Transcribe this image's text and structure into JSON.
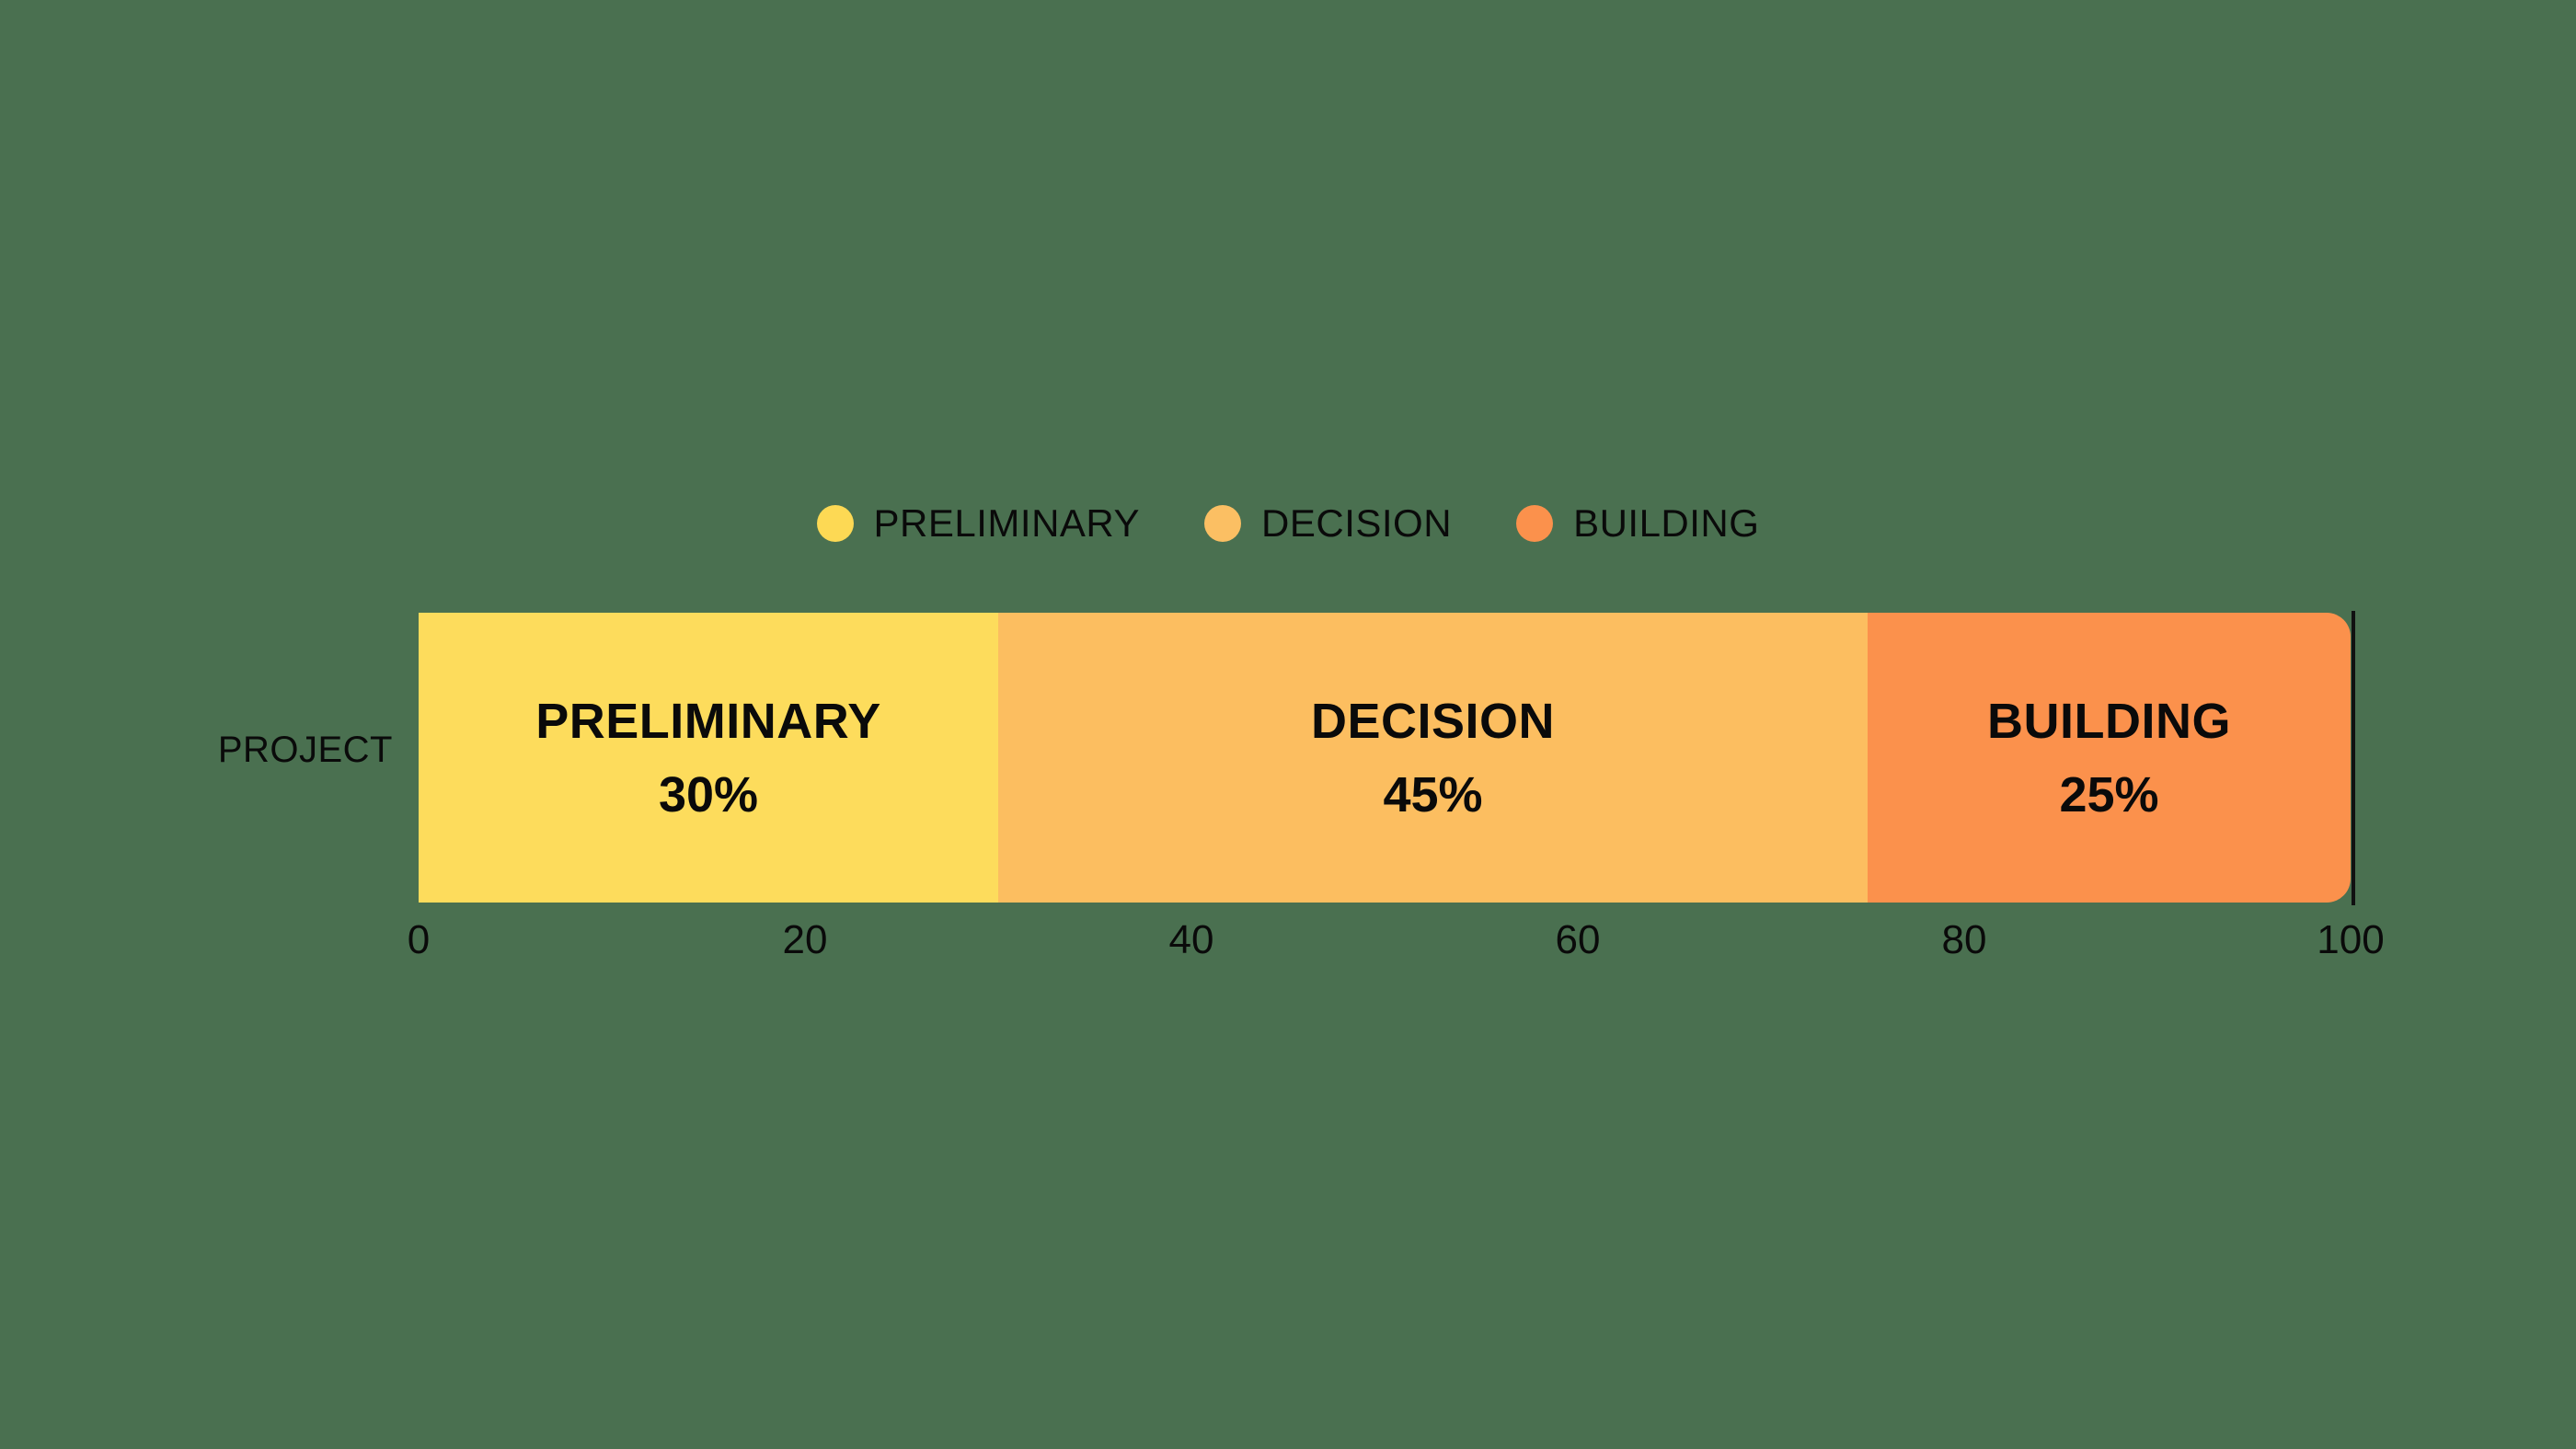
{
  "background_color": "#4A7050",
  "legend": {
    "position": "top-center",
    "items": [
      {
        "label": "PRELIMINARY",
        "color": "#FDD954",
        "icon": "circle-dot-icon"
      },
      {
        "label": "DECISION",
        "color": "#FBBF63",
        "icon": "circle-dot-icon"
      },
      {
        "label": "BUILDING",
        "color": "#FB914C",
        "icon": "circle-dot-icon"
      }
    ]
  },
  "axis": {
    "y_label": "PROJECT",
    "x_ticks": [
      "0",
      "20",
      "40",
      "60",
      "80",
      "100"
    ]
  },
  "bar": {
    "segments": [
      {
        "name": "PRELIMINARY",
        "value_label": "30%",
        "color": "#FDDC5C"
      },
      {
        "name": "DECISION",
        "value_label": "45%",
        "color": "#FCBE60"
      },
      {
        "name": "BUILDING",
        "value_label": "25%",
        "color": "#FB914C"
      }
    ]
  },
  "chart_data": {
    "type": "bar",
    "orientation": "horizontal",
    "stacked": true,
    "title": "",
    "subtitle": "",
    "xlabel": "",
    "ylabel": "PROJECT",
    "categories": [
      "PROJECT"
    ],
    "series": [
      {
        "name": "PRELIMINARY",
        "values": [
          30
        ],
        "color": "#FDDC5C",
        "data_label": "30%"
      },
      {
        "name": "DECISION",
        "values": [
          45
        ],
        "color": "#FCBE60",
        "data_label": "45%"
      },
      {
        "name": "BUILDING",
        "values": [
          25
        ],
        "color": "#FB914C",
        "data_label": "25%"
      }
    ],
    "xlim": [
      0,
      100
    ],
    "x_ticks": [
      0,
      20,
      40,
      60,
      80,
      100
    ],
    "x_tick_labels": [
      "0",
      "20",
      "40",
      "60",
      "80",
      "100"
    ],
    "grid": false,
    "legend": "top-center",
    "legend_entries": [
      "PRELIMINARY",
      "DECISION",
      "BUILDING"
    ],
    "annotations": [
      "PRELIMINARY 30%",
      "DECISION 45%",
      "BUILDING 25%"
    ],
    "units": "percent"
  }
}
